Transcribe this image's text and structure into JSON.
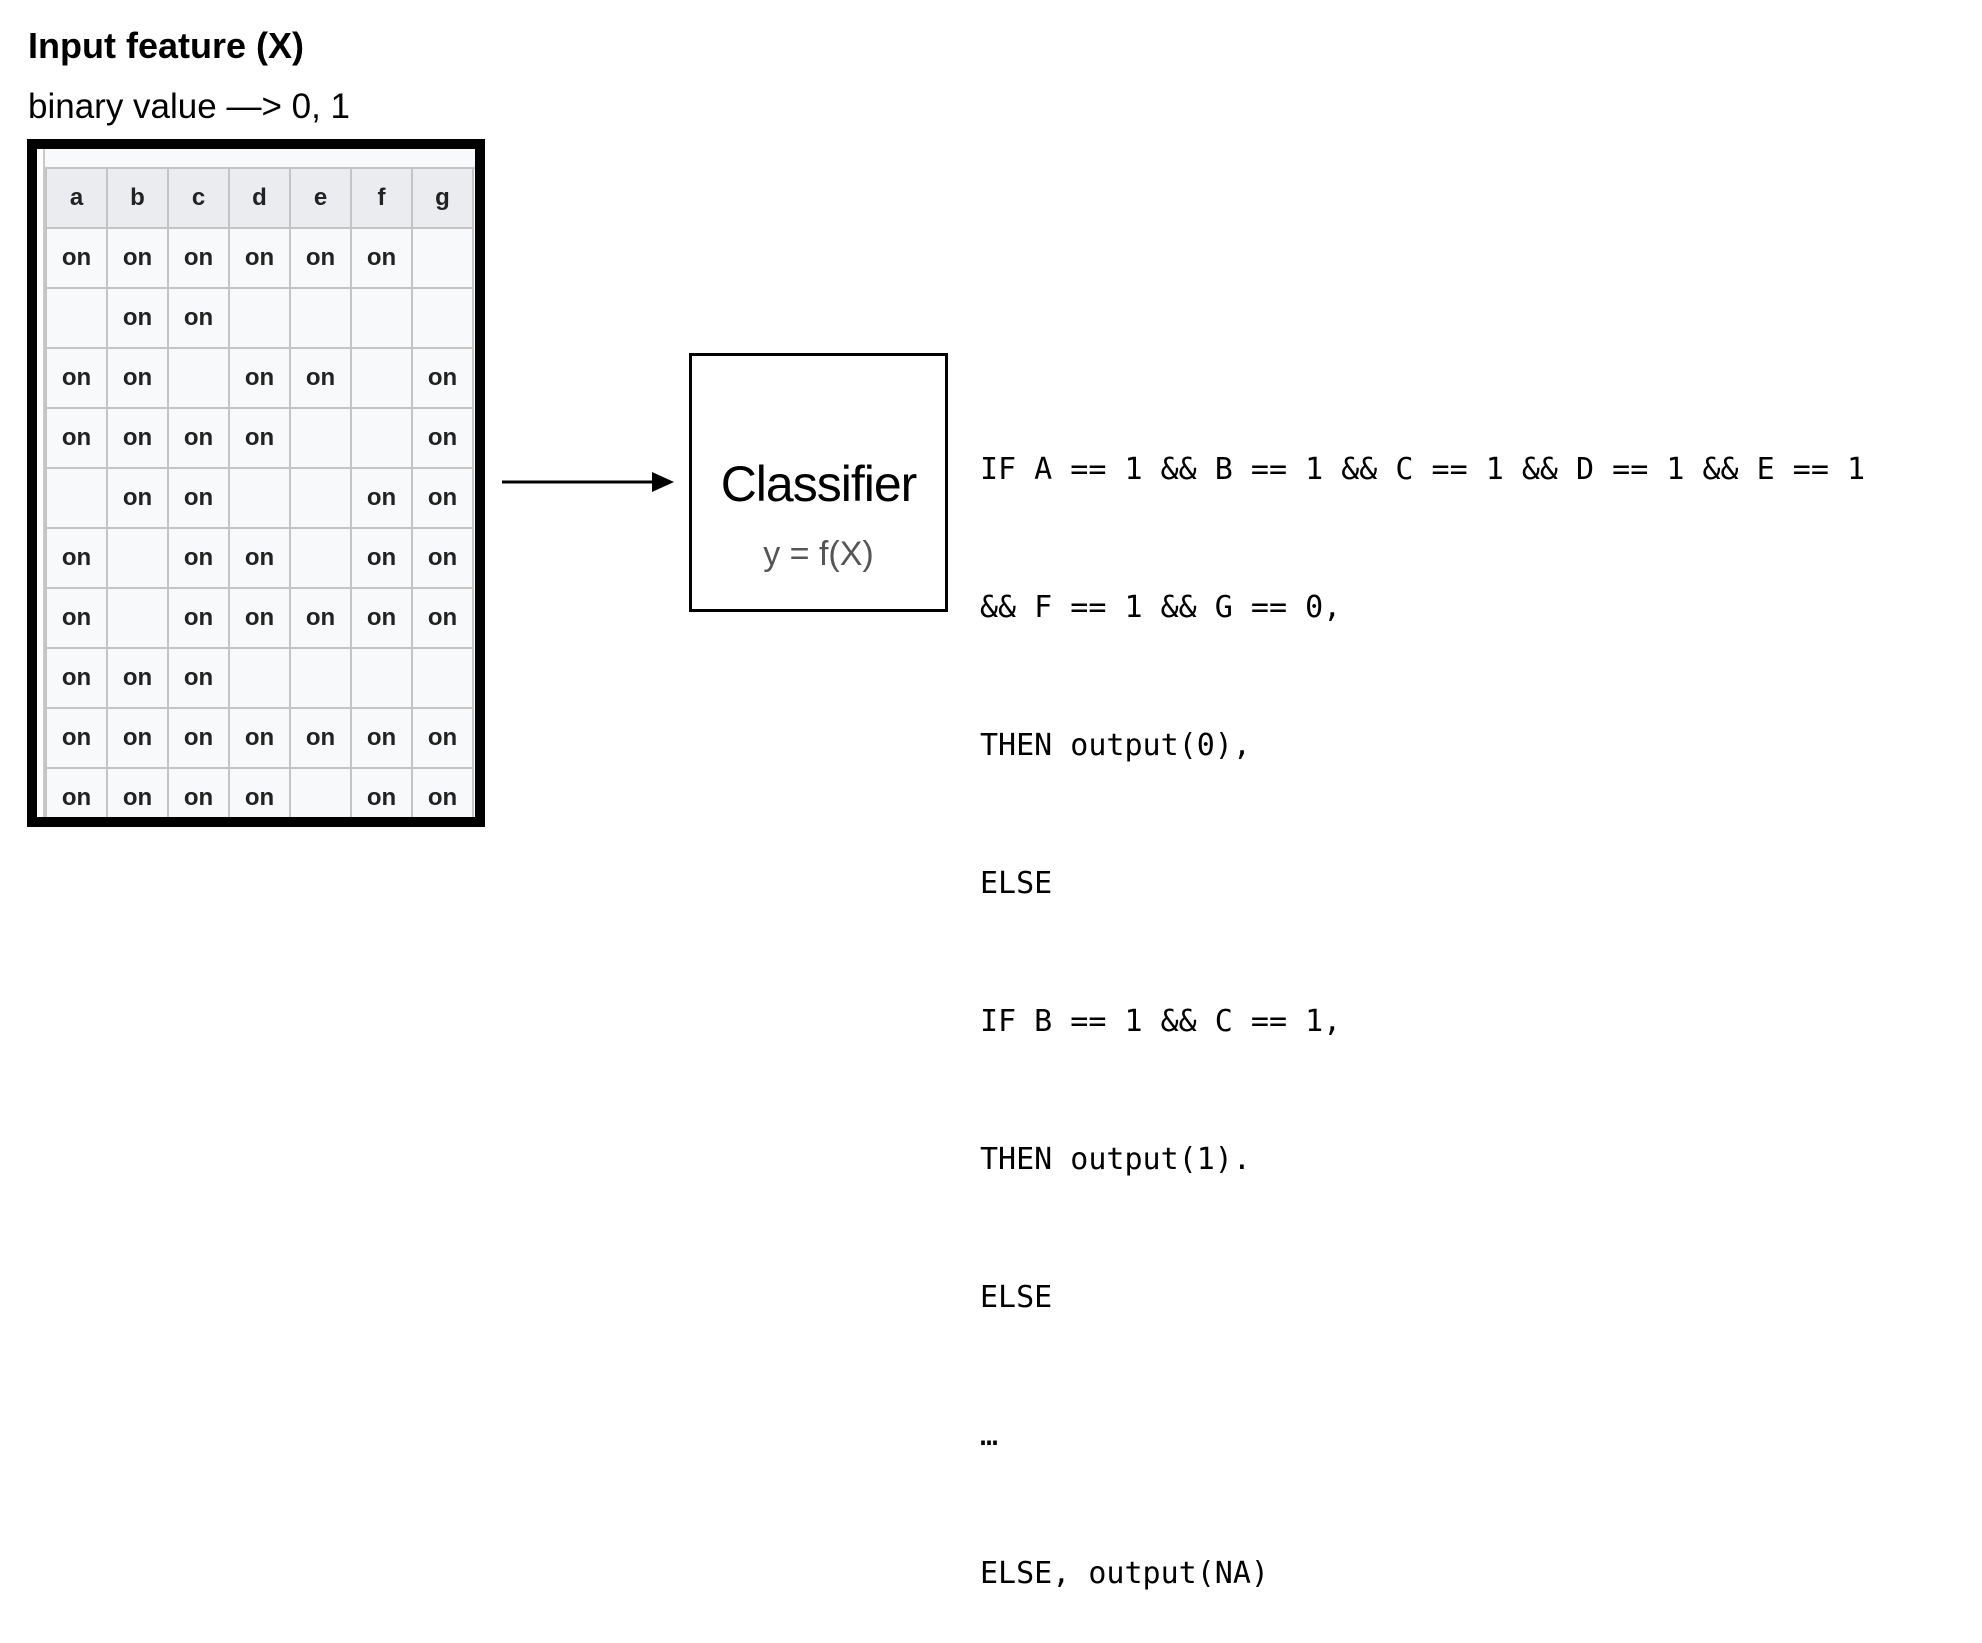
{
  "heading": {
    "title": "Input feature (X)",
    "subtitle": "binary value —> 0, 1"
  },
  "table": {
    "headers": [
      "a",
      "b",
      "c",
      "d",
      "e",
      "f",
      "g"
    ],
    "rows": [
      [
        "on",
        "on",
        "on",
        "on",
        "on",
        "on",
        ""
      ],
      [
        "",
        "on",
        "on",
        "",
        "",
        "",
        ""
      ],
      [
        "on",
        "on",
        "",
        "on",
        "on",
        "",
        "on"
      ],
      [
        "on",
        "on",
        "on",
        "on",
        "",
        "",
        "on"
      ],
      [
        "",
        "on",
        "on",
        "",
        "",
        "on",
        "on"
      ],
      [
        "on",
        "",
        "on",
        "on",
        "",
        "on",
        "on"
      ],
      [
        "on",
        "",
        "on",
        "on",
        "on",
        "on",
        "on"
      ],
      [
        "on",
        "on",
        "on",
        "",
        "",
        "",
        ""
      ],
      [
        "on",
        "on",
        "on",
        "on",
        "on",
        "on",
        "on"
      ],
      [
        "on",
        "on",
        "on",
        "on",
        "",
        "on",
        "on"
      ]
    ]
  },
  "classifier": {
    "label": "Classifier",
    "formula": "y = f(X)"
  },
  "rules": [
    "IF A == 1 && B == 1 && C == 1 && D == 1 && E == 1",
    "&& F == 1 && G == 0,",
    "THEN output(0),",
    "ELSE",
    "IF B == 1 && C == 1,",
    "THEN output(1).",
    "ELSE",
    "…",
    "ELSE, output(NA)"
  ]
}
